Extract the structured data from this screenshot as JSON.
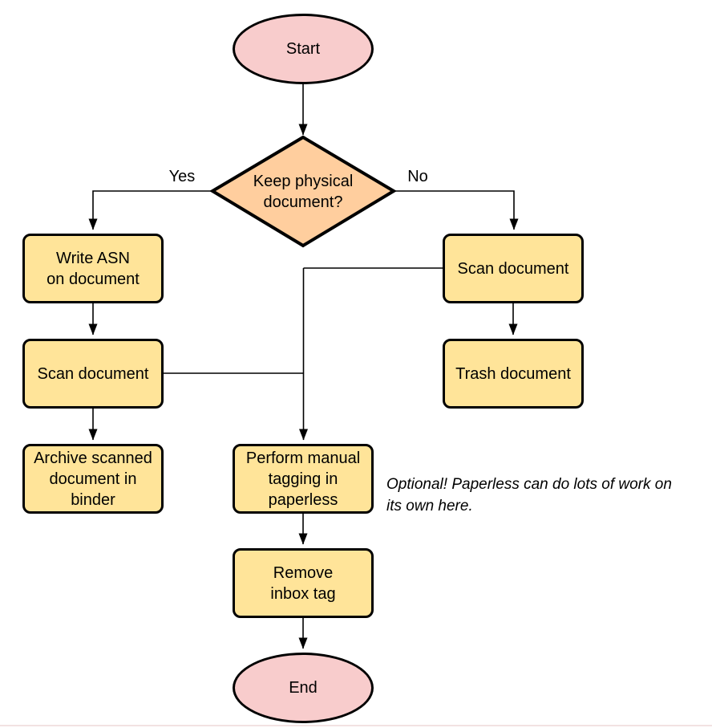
{
  "diagram": {
    "type": "flowchart",
    "background": "#ffffff",
    "colors": {
      "terminal_fill": "#F8CCCC",
      "decision_fill": "#FFCE9E",
      "process_fill": "#FFE499",
      "stroke": "#000000",
      "text": "#000000"
    },
    "nodes": {
      "start": {
        "type": "terminal",
        "label": "Start"
      },
      "decision": {
        "type": "decision",
        "label": "Keep physical\ndocument?"
      },
      "write_asn": {
        "type": "process",
        "label": "Write ASN\non document"
      },
      "scan_left": {
        "type": "process",
        "label": "Scan document"
      },
      "archive": {
        "type": "process",
        "label": "Archive scanned\ndocument in\nbinder"
      },
      "scan_right": {
        "type": "process",
        "label": "Scan document"
      },
      "trash": {
        "type": "process",
        "label": "Trash document"
      },
      "tagging": {
        "type": "process",
        "label": "Perform manual\ntagging in\npaperless"
      },
      "remove_inbox": {
        "type": "process",
        "label": "Remove\ninbox tag"
      },
      "end": {
        "type": "terminal",
        "label": "End"
      }
    },
    "edge_labels": {
      "yes": "Yes",
      "no": "No"
    },
    "edges": [
      {
        "from": "start",
        "to": "decision"
      },
      {
        "from": "decision",
        "to": "write_asn",
        "label": "Yes"
      },
      {
        "from": "decision",
        "to": "scan_right",
        "label": "No"
      },
      {
        "from": "write_asn",
        "to": "scan_left"
      },
      {
        "from": "scan_left",
        "to": "archive"
      },
      {
        "from": "scan_left",
        "to": "tagging"
      },
      {
        "from": "scan_right",
        "to": "trash"
      },
      {
        "from": "scan_right",
        "to": "tagging"
      },
      {
        "from": "tagging",
        "to": "remove_inbox"
      },
      {
        "from": "remove_inbox",
        "to": "end"
      }
    ],
    "note": "Optional! Paperless can do lots of work on\nits own here."
  }
}
